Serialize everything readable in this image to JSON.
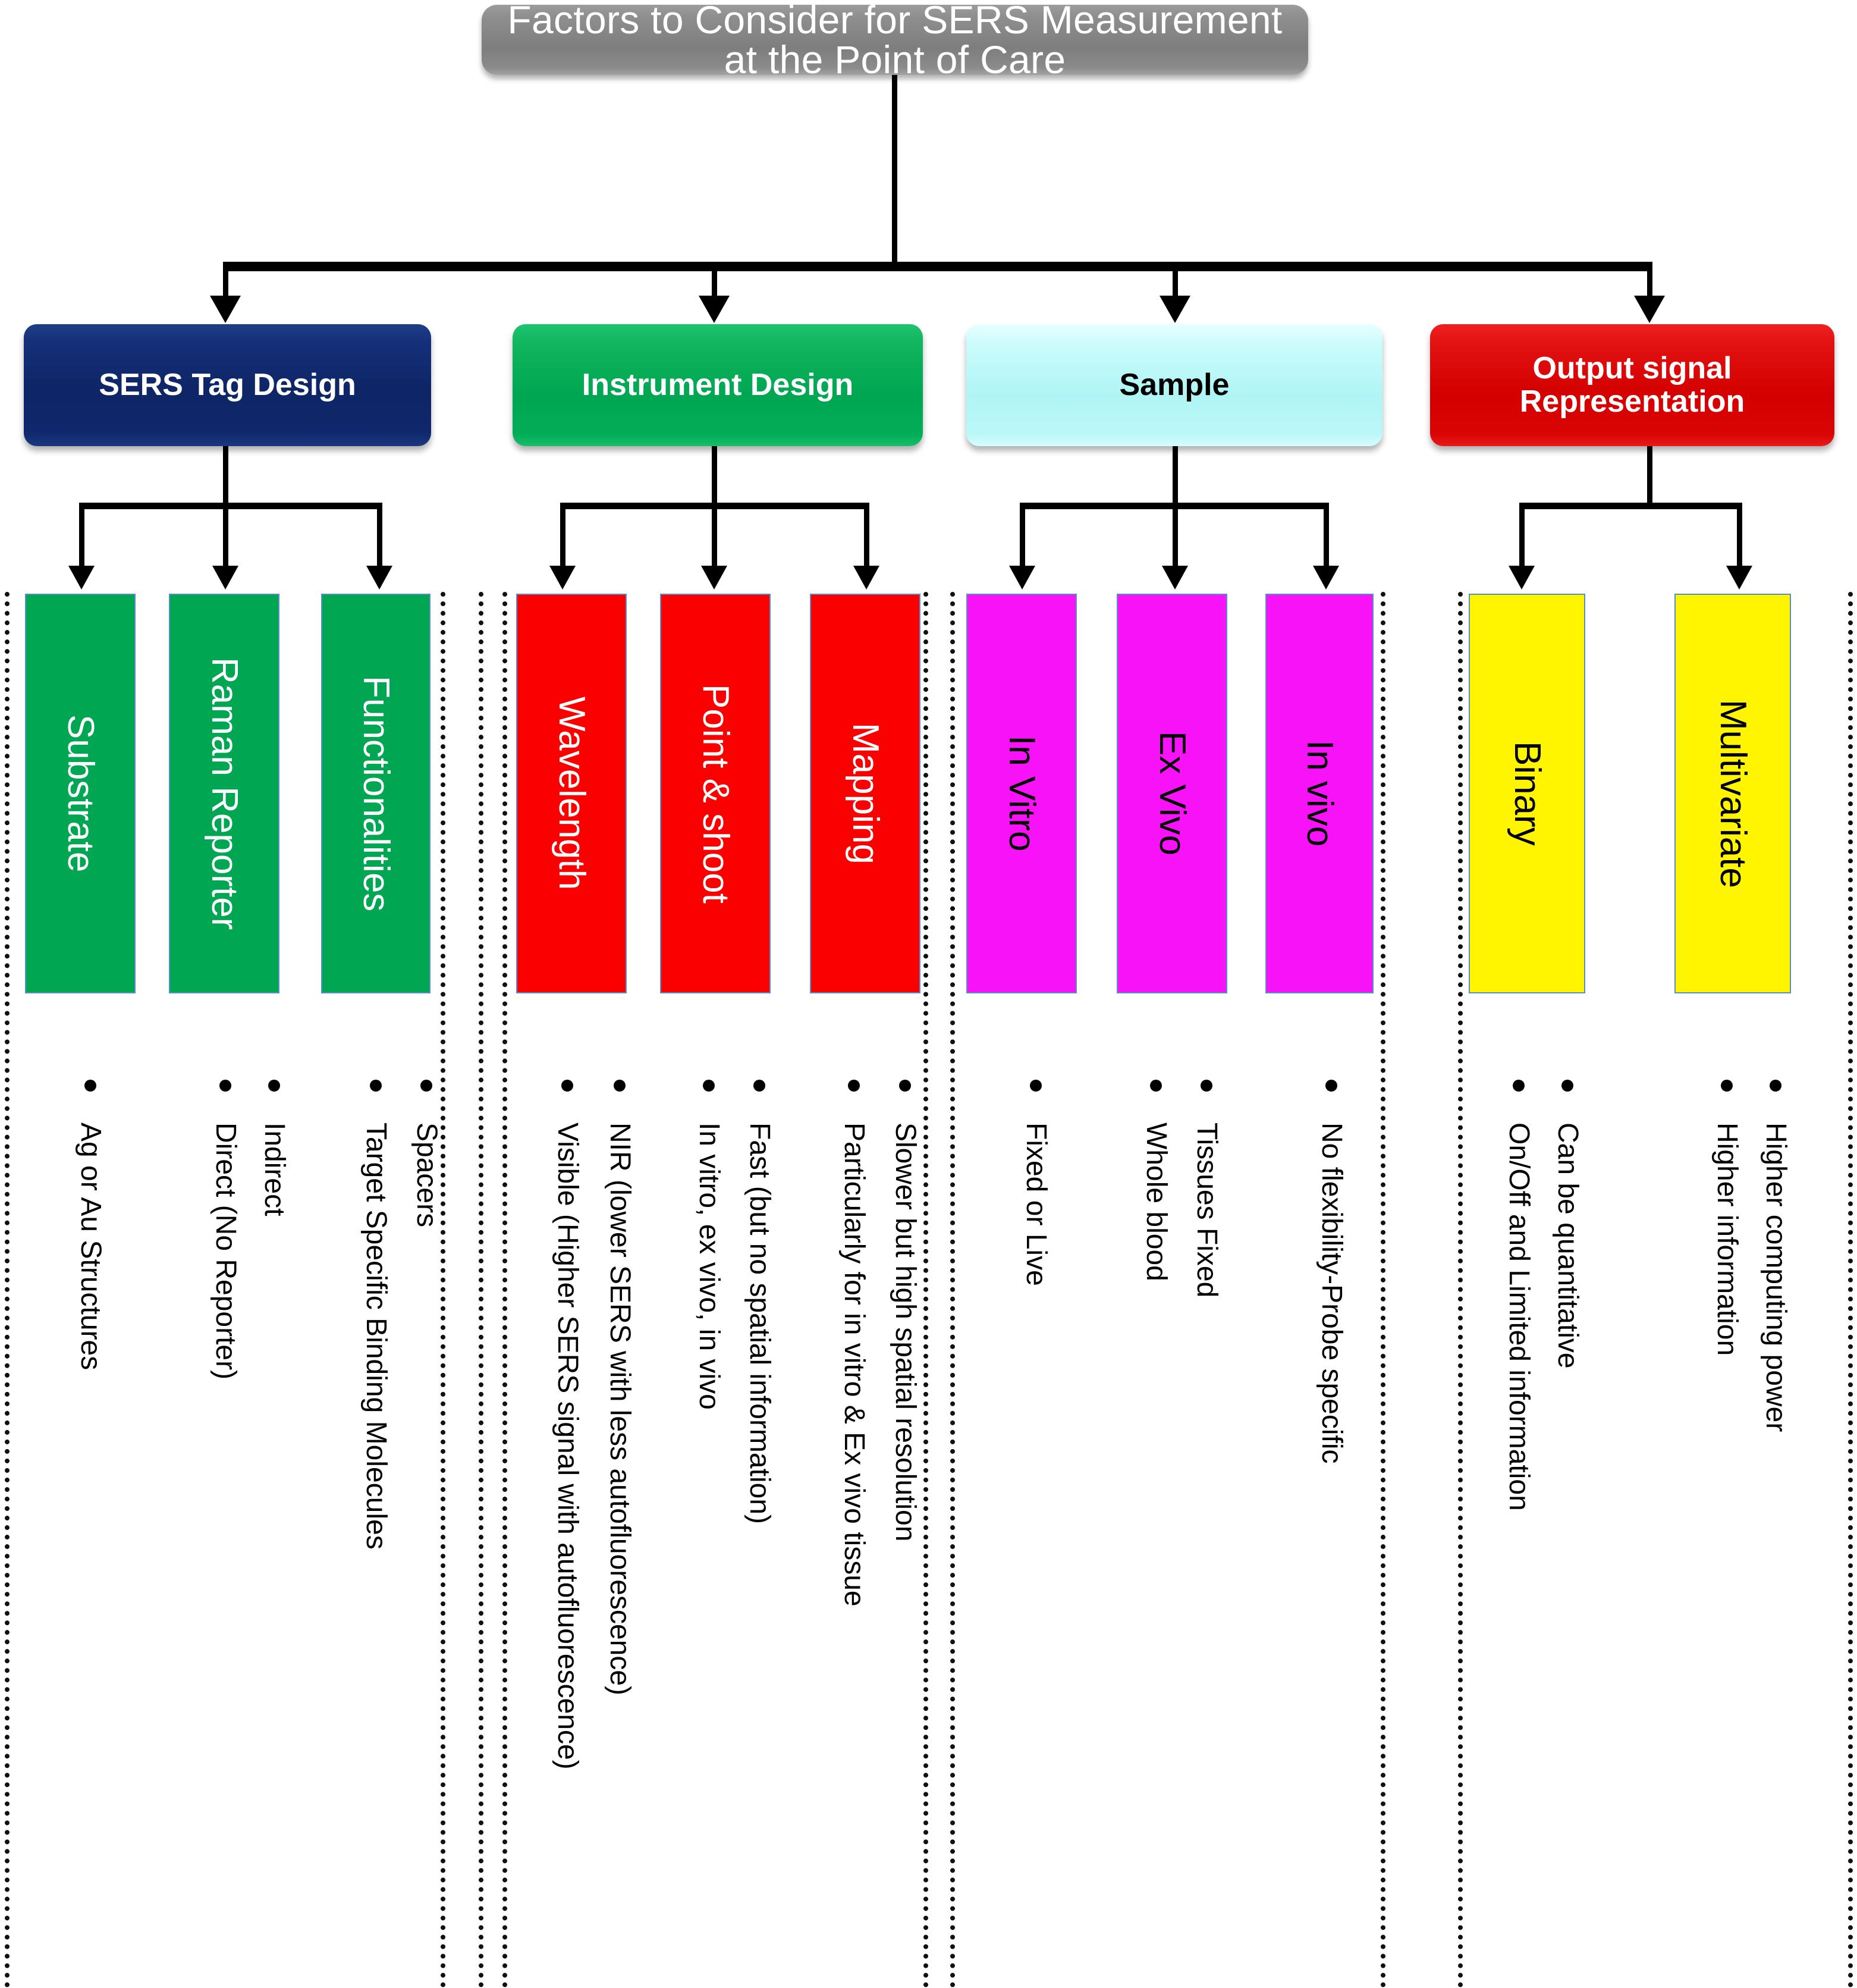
{
  "title": "Factors to Consider for SERS Measurement at the Point of Care",
  "branches": [
    {
      "label": "SERS Tag Design",
      "color": "#0e2566",
      "text_color": "#ffffff"
    },
    {
      "label": "Instrument Design",
      "color": "#00a651",
      "text_color": "#ffffff"
    },
    {
      "label": "Sample",
      "color": "#b0f5f6",
      "text_color": "#000000"
    },
    {
      "label": "Output signal Representation",
      "color": "#d40000",
      "text_color": "#ffffff"
    }
  ],
  "groups": [
    {
      "name": "sers-tag-design",
      "bar_color": "#00a651",
      "items": [
        {
          "label": "Substrate",
          "bullets": [
            "Ag or Au Structures"
          ]
        },
        {
          "label": "Raman Reporter",
          "bullets": [
            "Direct (No Reporter)",
            "Indirect"
          ]
        },
        {
          "label": "Functionalities",
          "bullets": [
            "Target Specific Binding Molecules",
            "Spacers"
          ]
        }
      ]
    },
    {
      "name": "instrument-design",
      "bar_color": "#fb0000",
      "items": [
        {
          "label": "Wavelength",
          "bullets": [
            "Visible (Higher SERS signal with  autofluorescence)",
            "NIR (lower SERS with less autofluorescence)"
          ]
        },
        {
          "label": "Point & shoot",
          "bullets": [
            "In vitro, ex vivo, in vivo",
            "Fast (but no spatial information)"
          ]
        },
        {
          "label": "Mapping",
          "bullets": [
            "Particularly for in vitro & Ex vivo tissue",
            "Slower but high spatial resolution"
          ]
        }
      ]
    },
    {
      "name": "sample",
      "bar_color": "#f712f7",
      "items": [
        {
          "label": "In Vitro",
          "bullets": [
            "Fixed or Live"
          ]
        },
        {
          "label": "Ex Vivo",
          "bullets": [
            "Whole blood",
            "Tissues Fixed"
          ]
        },
        {
          "label": "In vivo",
          "bullets": [
            "No flexibility-Probe specific"
          ]
        }
      ]
    },
    {
      "name": "output-signal-representation",
      "bar_color": "#fff500",
      "items": [
        {
          "label": "Binary",
          "bullets": [
            "On/Off and Limited information",
            "Can be quantitative"
          ]
        },
        {
          "label": "Multivariate",
          "bullets": [
            "Higher information",
            "Higher computing power"
          ]
        }
      ]
    }
  ]
}
